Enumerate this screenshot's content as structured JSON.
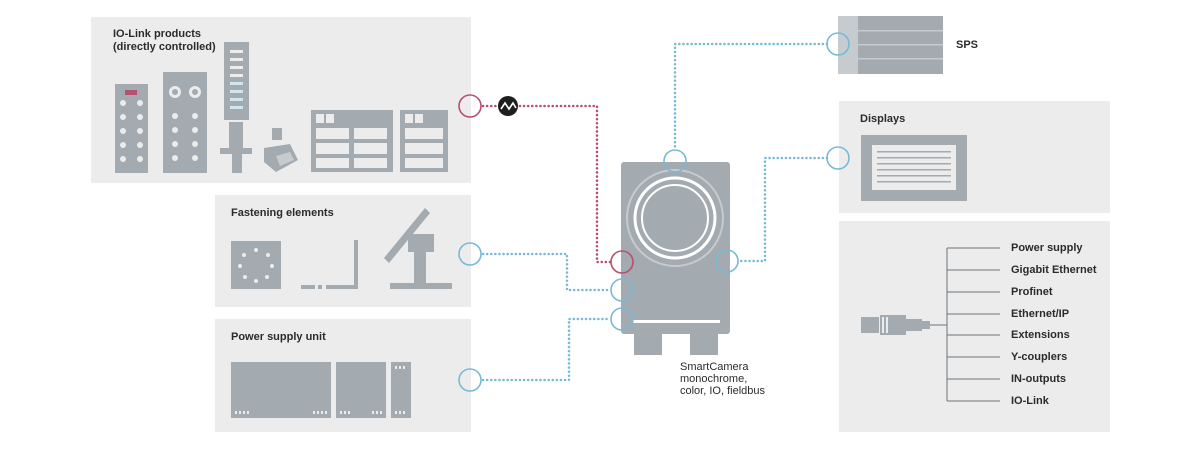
{
  "groups": {
    "io_link": {
      "title": "IO-Link products\n(directly controlled)"
    },
    "fastening": {
      "title": "Fastening elements"
    },
    "power": {
      "title": "Power supply unit"
    },
    "sps": {
      "title": "SPS"
    },
    "displays": {
      "title": "Displays"
    }
  },
  "camera": {
    "caption": "SmartCamera\nmonochrome,\ncolor, IO, fieldbus"
  },
  "ports": [
    "Power supply",
    "Gigabit Ethernet",
    "Profinet",
    "Ethernet/IP",
    "Extensions",
    "Y-couplers",
    "IN-outputs",
    "IO-Link"
  ],
  "colors": {
    "panel": "#ececec",
    "device": "#a3aab0",
    "device_light": "#c6cbcf",
    "connector_blue": "#79b9d6",
    "connector_red": "#b5506e",
    "text": "#2b2b2b"
  }
}
